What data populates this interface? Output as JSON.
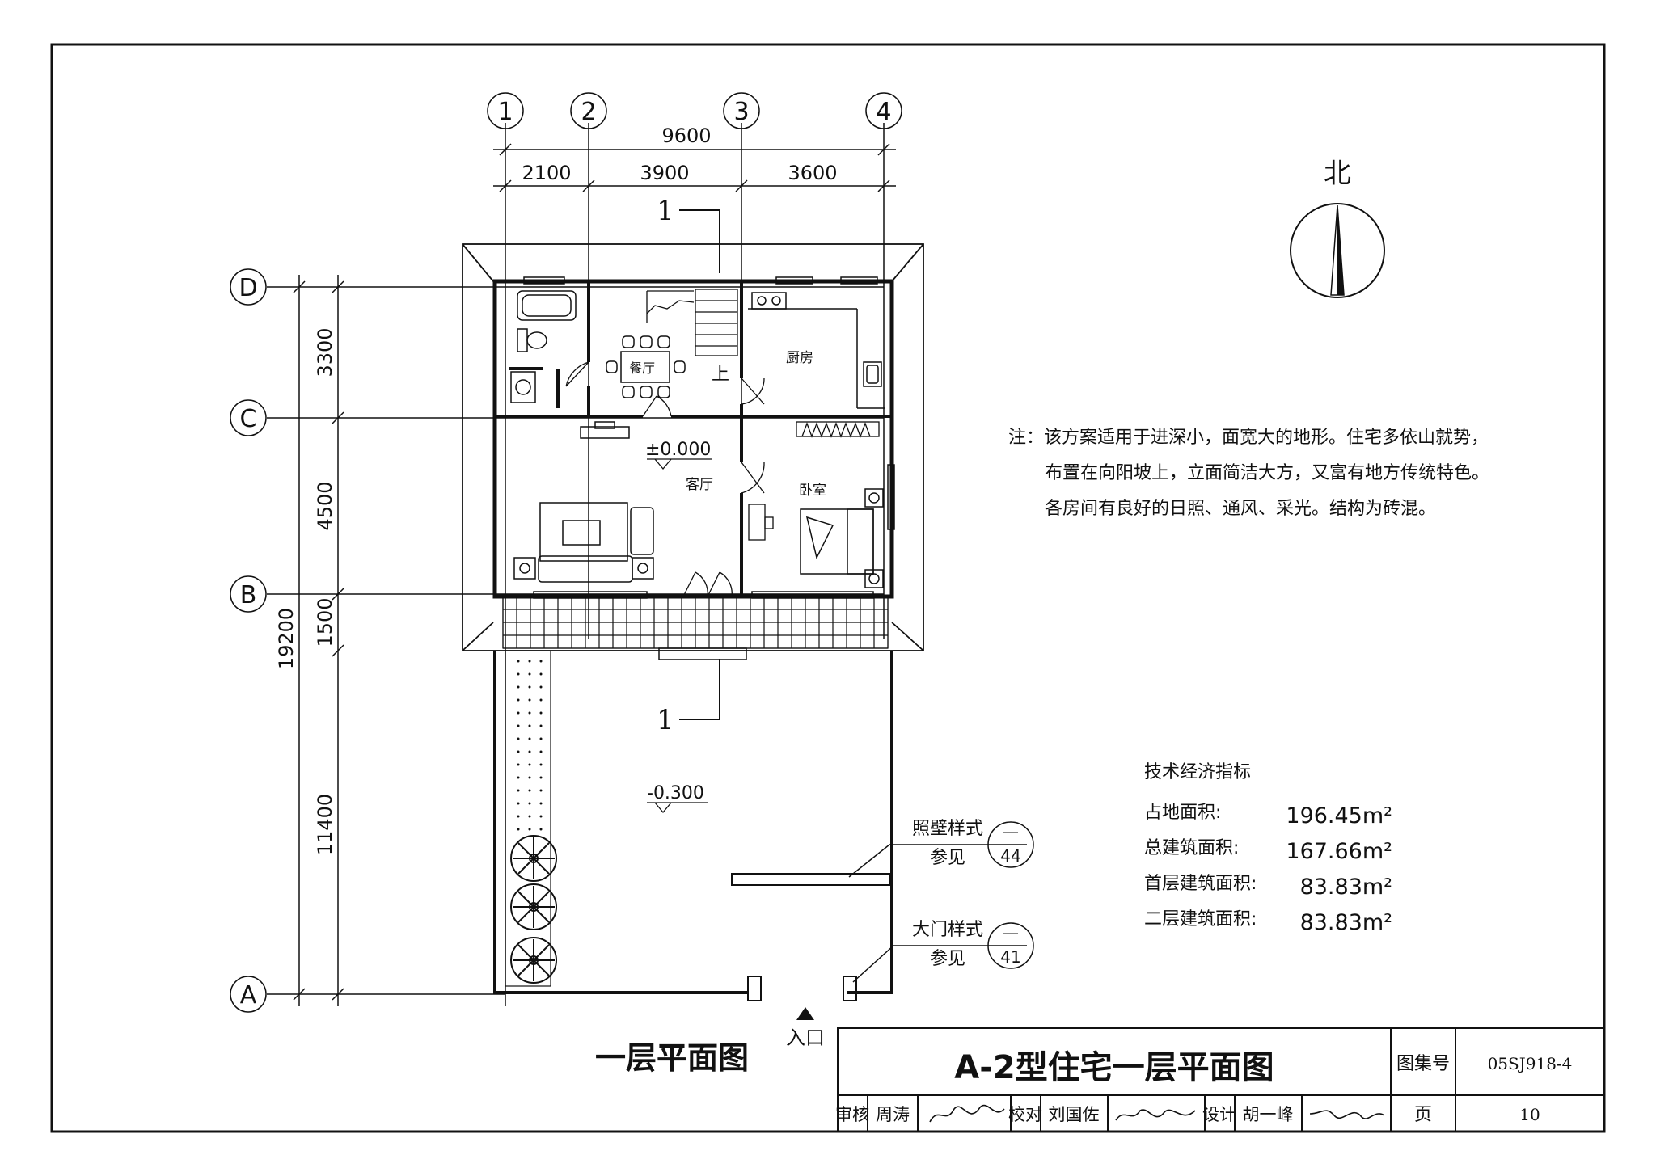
{
  "axes": {
    "col": [
      "1",
      "2",
      "3",
      "4"
    ],
    "row": [
      "D",
      "C",
      "B",
      "A"
    ]
  },
  "dims": {
    "top_total": "9600",
    "top": [
      "2100",
      "3900",
      "3600"
    ],
    "left_total": "19200",
    "left": [
      "3300",
      "4500",
      "1500",
      "11400"
    ]
  },
  "rooms": {
    "dining": "餐厅",
    "kitchen": "厨房",
    "living": "客厅",
    "bedroom": "卧室",
    "stair_up": "上"
  },
  "levels": {
    "ground": "±0.000",
    "yard": "-0.300"
  },
  "section_mark": "1",
  "north": "北",
  "notes": {
    "lines": [
      "注：该方案适用于进深小，面宽大的地形。住宅多依山就势，",
      "布置在向阳坡上，立面简洁大方，又富有地方传统特色。",
      "各房间有良好的日照、通风、采光。结构为砖混。"
    ]
  },
  "indicators": {
    "title": "技术经济指标",
    "rows": [
      {
        "label": "占地面积:",
        "value": "196.45m²"
      },
      {
        "label": "总建筑面积:",
        "value": "167.66m²"
      },
      {
        "label": "首层建筑面积:",
        "value": "83.83m²"
      },
      {
        "label": "二层建筑面积:",
        "value": "83.83m²"
      }
    ]
  },
  "refs": [
    {
      "label": "照壁样式",
      "see": "参见",
      "top": "—",
      "num": "44"
    },
    {
      "label": "大门样式",
      "see": "参见",
      "top": "—",
      "num": "41"
    }
  ],
  "entrance": "入口",
  "plan_title": "一层平面图",
  "titleblock": {
    "title": "A-2型住宅一层平面图",
    "atlas_label": "图集号",
    "atlas_no": "05SJ918-4",
    "page_label": "页",
    "page_no": "10",
    "review_label": "审核",
    "reviewer": "周涛",
    "check_label": "校对",
    "checker": "刘国佐",
    "design_label": "设计",
    "designer": "胡一峰"
  }
}
